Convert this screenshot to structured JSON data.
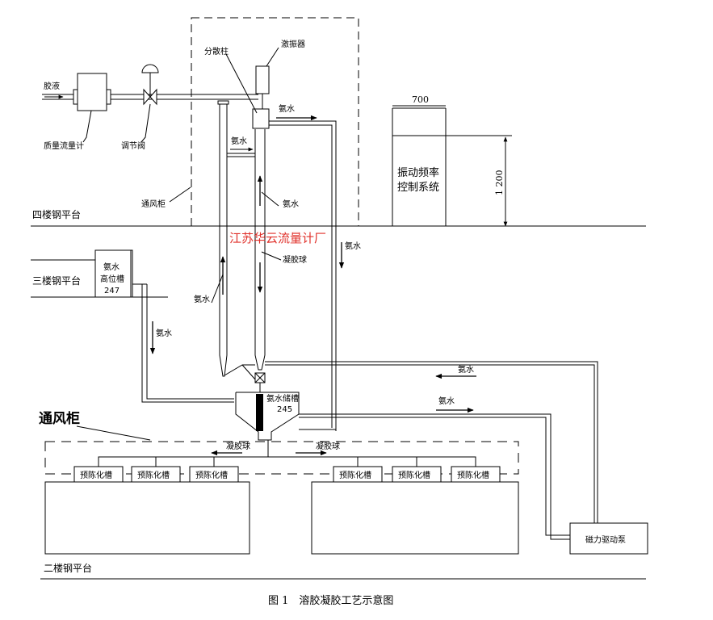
{
  "labels": {
    "glue": "胶液",
    "mass_flowmeter": "质量流量计",
    "control_valve": "调节阀",
    "dispersion_column": "分散柱",
    "vibrator": "激振器",
    "ammonia_top": "氨水",
    "ammonia_left_col": "氨水",
    "ammonia_center": "氨水",
    "ammonia_right": "氨水",
    "ammonia_lower_left": "氨水",
    "ammonia_high_tank_drop": "氨水",
    "ammonia_return_upper": "氨水",
    "ammonia_return_lower": "氨水",
    "vent_cabinet_small": "通风柜",
    "vent_cabinet_large": "通风柜",
    "floor4": "四楼钢平台",
    "floor3": "三楼钢平台",
    "floor2": "二楼钢平台",
    "gel_ball": "凝胶球",
    "gel_ball_left": "凝胶球",
    "gel_ball_right": "凝胶球",
    "high_tank_line1": "氨水",
    "high_tank_line2": "高位槽",
    "high_tank_num": "247",
    "storage_tank_line1": "氨水储槽",
    "storage_tank_num": "245",
    "freq_line1": "振动频率",
    "freq_line2": "控制系统",
    "dim_width": "700",
    "dim_height": "1 200",
    "pump": "磁力驱动泵",
    "watermark": "江苏华云流量计厂",
    "caption": "图 1　溶胶凝胶工艺示意图"
  },
  "pre_aging_tanks": [
    "预陈化槽",
    "预陈化槽",
    "预陈化槽",
    "预陈化槽",
    "预陈化槽",
    "预陈化槽"
  ]
}
